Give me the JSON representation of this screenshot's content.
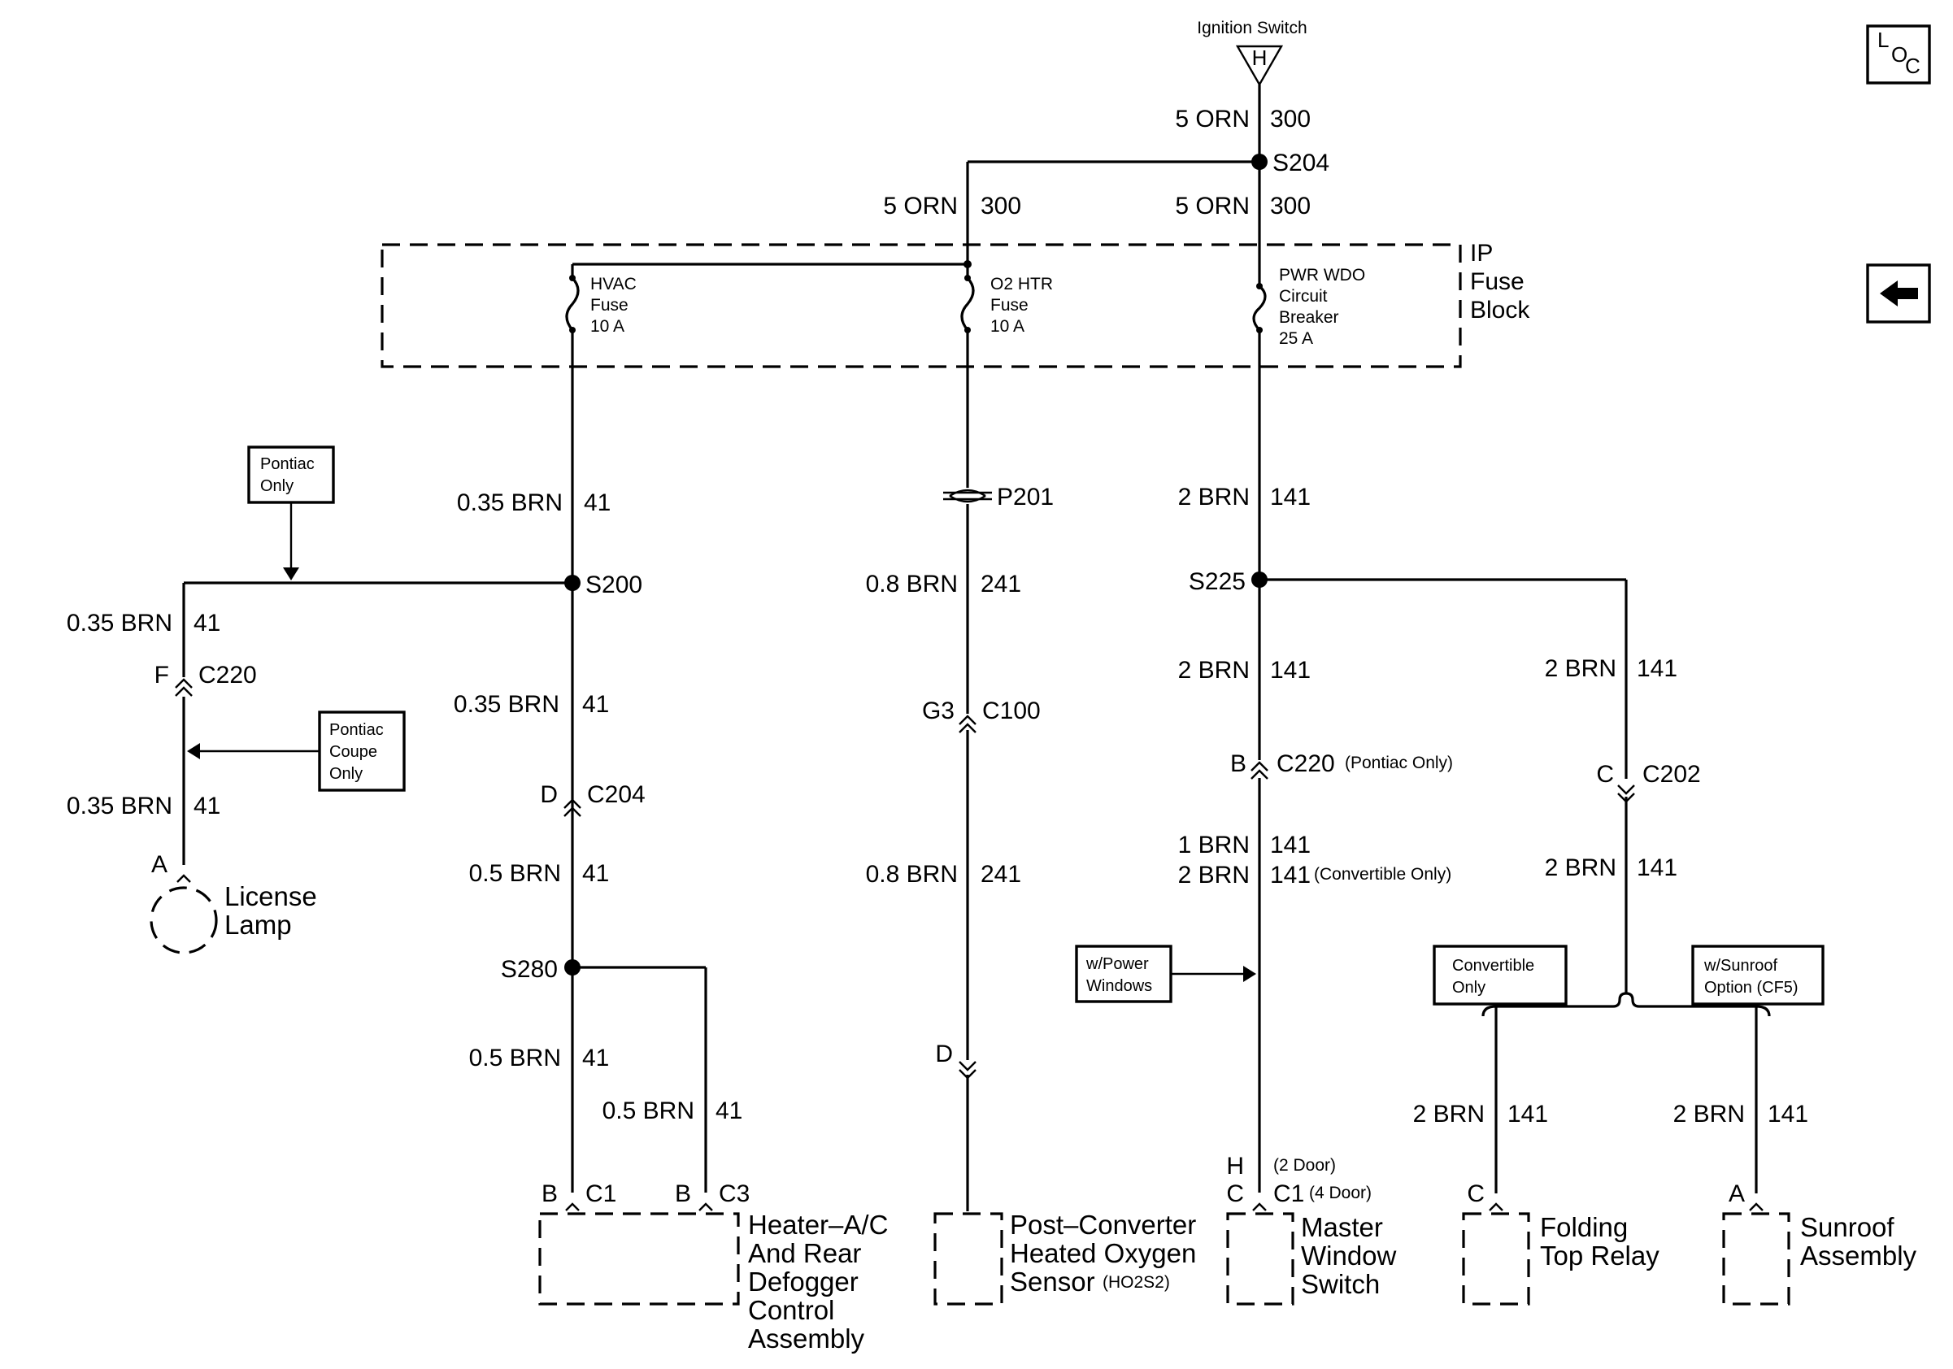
{
  "ignition": {
    "label": "Ignition Switch",
    "terminal": "H"
  },
  "nav": {
    "loc_l": "L",
    "loc_o": "O",
    "loc_c": "C",
    "back_icon": "left-arrow-icon"
  },
  "wires": {
    "w_top": {
      "size": "5 ORN",
      "circuit": "300"
    },
    "w_branch_left": {
      "size": "5 ORN",
      "circuit": "300"
    },
    "w_branch_right": {
      "size": "5 ORN",
      "circuit": "300"
    },
    "w_hvac": {
      "size": "0.35 BRN",
      "circuit": "41"
    },
    "w_lic1": {
      "size": "0.35 BRN",
      "circuit": "41"
    },
    "w_lic2": {
      "size": "0.35 BRN",
      "circuit": "41"
    },
    "w_s200_c204": {
      "size": "0.35 BRN",
      "circuit": "41"
    },
    "w_c204_s280": {
      "size": "0.5 BRN",
      "circuit": "41"
    },
    "w_s280_c1": {
      "size": "0.5 BRN",
      "circuit": "41"
    },
    "w_s280_c3": {
      "size": "0.5 BRN",
      "circuit": "41"
    },
    "w_p201_c100": {
      "size": "0.8 BRN",
      "circuit": "241"
    },
    "w_c100_d": {
      "size": "0.8 BRN",
      "circuit": "241"
    },
    "w_pwr_s225": {
      "size": "2 BRN",
      "circuit": "141"
    },
    "w_s225_c220": {
      "size": "2 BRN",
      "circuit": "141"
    },
    "w_c220_a": {
      "size": "1 BRN",
      "circuit": "141"
    },
    "w_c220_b": {
      "size": "2 BRN",
      "circuit": "141",
      "note": "(Convertible Only)"
    },
    "w_s225_c202": {
      "size": "2 BRN",
      "circuit": "141"
    },
    "w_c202_split": {
      "size": "2 BRN",
      "circuit": "141"
    },
    "w_folding": {
      "size": "2 BRN",
      "circuit": "141"
    },
    "w_sunroof": {
      "size": "2 BRN",
      "circuit": "141"
    }
  },
  "splices": {
    "s204": "S204",
    "s200": "S200",
    "s225": "S225",
    "s280": "S280",
    "p201": "P201"
  },
  "fuse_block": {
    "title": [
      "IP",
      "Fuse",
      "Block"
    ],
    "hvac": [
      "HVAC",
      "Fuse",
      "10 A"
    ],
    "o2": [
      "O2 HTR",
      "Fuse",
      "10 A"
    ],
    "pwr": [
      "PWR WDO",
      "Circuit",
      "Breaker",
      "25 A"
    ]
  },
  "connectors": {
    "c220_left": {
      "pin": "F",
      "name": "C220"
    },
    "lic_pin": "A",
    "c204": {
      "pin": "D",
      "name": "C204"
    },
    "c100": {
      "pin": "G3",
      "name": "C100"
    },
    "c220_right": {
      "pin": "B",
      "name": "C220",
      "note": "(Pontiac Only)"
    },
    "c202": {
      "pin": "C",
      "name": "C202"
    },
    "hvac_c1": {
      "pin": "B",
      "name": "C1"
    },
    "hvac_c3": {
      "pin": "B",
      "name": "C3"
    },
    "o2_pin": "D",
    "mws": {
      "pin_h": "H",
      "pin_c": "C",
      "name": "C1",
      "note_2door": "(2 Door)",
      "note_4door": "(4 Door)"
    },
    "folding_pin": "C",
    "sunroof_pin": "A"
  },
  "notes": {
    "pontiac_only": [
      "Pontiac",
      "Only"
    ],
    "pontiac_coupe": [
      "Pontiac",
      "Coupe",
      "Only"
    ],
    "power_windows": [
      "w/Power",
      "Windows"
    ],
    "convertible": [
      "Convertible",
      "Only"
    ],
    "sunroof": [
      "w/Sunroof",
      "Option (CF5)"
    ]
  },
  "components": {
    "license_lamp": [
      "License",
      "Lamp"
    ],
    "hvac_module": [
      "Heater–A/C",
      "And Rear",
      "Defogger",
      "Control",
      "Assembly"
    ],
    "o2_sensor": [
      "Post–Converter",
      "Heated Oxygen",
      "Sensor"
    ],
    "o2_sensor_code": "(HO2S2)",
    "master_switch": [
      "Master",
      "Window",
      "Switch"
    ],
    "folding_relay": [
      "Folding",
      "Top Relay"
    ],
    "sunroof_asm": [
      "Sunroof",
      "Assembly"
    ]
  }
}
